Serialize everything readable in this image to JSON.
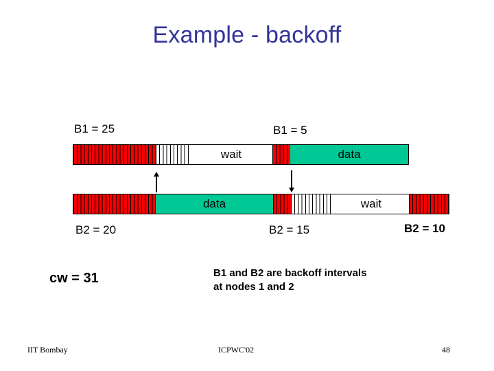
{
  "slide": {
    "title": "Example - backoff",
    "title_color": "#333399",
    "palette": {
      "backoff_slot": "#f50000",
      "idle_slot": "#ffffff",
      "data": "#00c894",
      "outline": "#000000"
    }
  },
  "timeline1": {
    "node_label_left": "B1 = 25",
    "node_label_right": "B1 = 5",
    "segments": [
      {
        "name": "backoff-slots-1a",
        "kind": "slots-red",
        "label": ""
      },
      {
        "name": "idle-slots-1a",
        "kind": "slots-white",
        "label": ""
      },
      {
        "name": "wait-1",
        "kind": "solid-white",
        "label": "wait"
      },
      {
        "name": "backoff-slots-1b",
        "kind": "slots-red",
        "label": ""
      },
      {
        "name": "data-1",
        "kind": "solid-green",
        "label": "data"
      }
    ]
  },
  "timeline2": {
    "node_label_left": "B2 = 20",
    "node_label_mid": "B2 = 15",
    "node_label_right": "B2 = 10",
    "segments": [
      {
        "name": "backoff-slots-2a",
        "kind": "slots-red",
        "label": ""
      },
      {
        "name": "data-2",
        "kind": "solid-green",
        "label": "data"
      },
      {
        "name": "backoff-slots-2b",
        "kind": "slots-red",
        "label": ""
      },
      {
        "name": "idle-slots-2a",
        "kind": "slots-white",
        "label": ""
      },
      {
        "name": "wait-2",
        "kind": "solid-white",
        "label": "wait"
      },
      {
        "name": "backoff-slots-2c",
        "kind": "slots-red",
        "label": ""
      }
    ]
  },
  "notes": {
    "cw": "cw = 31",
    "description_line1": "B1 and B2 are backoff intervals",
    "description_line2": "at nodes 1 and 2"
  },
  "footer": {
    "left": "IIT Bombay",
    "center": "ICPWC'02",
    "page": "48"
  }
}
